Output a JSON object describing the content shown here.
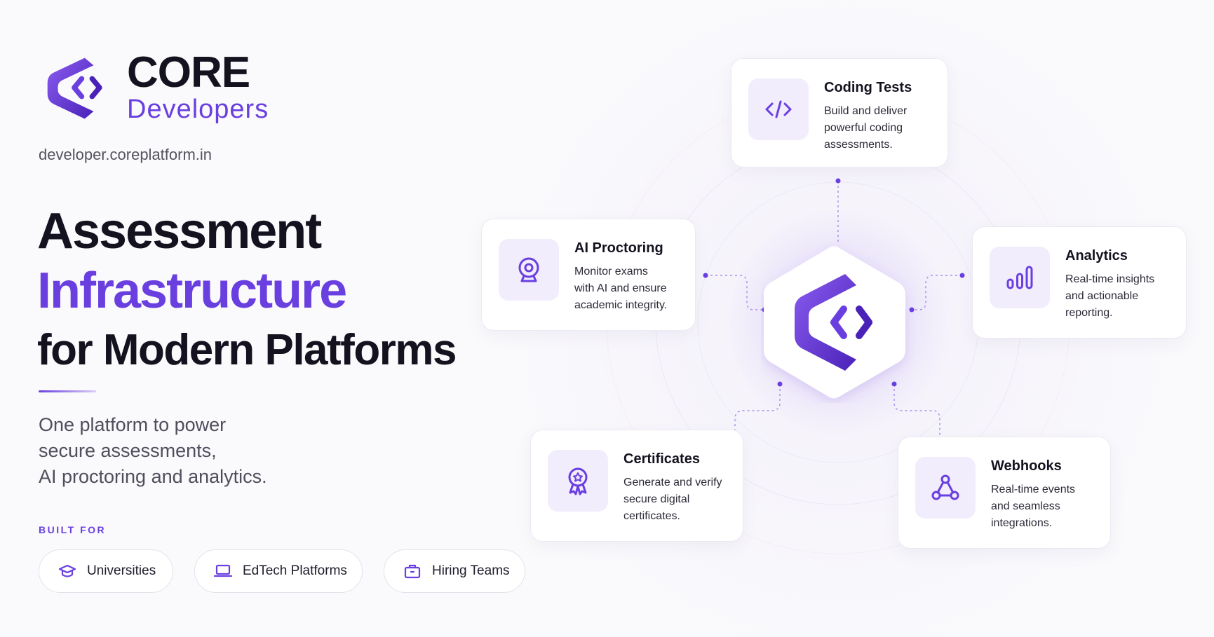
{
  "brand": {
    "name": "CORE",
    "subtitle": "Developers",
    "url": "developer.coreplatform.in"
  },
  "headline": {
    "line1": "Assessment",
    "line2": "Infrastructure",
    "line3": "for Modern Platforms"
  },
  "tagline": {
    "line1": "One platform to power",
    "line2": "secure assessments,",
    "line3": "AI proctoring and analytics."
  },
  "built_for": {
    "label": "BUILT FOR",
    "items": [
      {
        "label": "Universities",
        "icon": "graduation-cap-icon"
      },
      {
        "label": "EdTech Platforms",
        "icon": "laptop-icon"
      },
      {
        "label": "Hiring Teams",
        "icon": "briefcase-icon"
      }
    ]
  },
  "features": {
    "coding": {
      "title": "Coding Tests",
      "desc": [
        "Build and deliver",
        "powerful coding",
        "assessments."
      ],
      "icon": "code-icon"
    },
    "proctoring": {
      "title": "AI Proctoring",
      "desc": [
        "Monitor exams",
        "with AI and ensure",
        "academic integrity."
      ],
      "icon": "webcam-icon"
    },
    "analytics": {
      "title": "Analytics",
      "desc": [
        "Real-time insights",
        "and actionable",
        "reporting."
      ],
      "icon": "bar-chart-icon"
    },
    "certificates": {
      "title": "Certificates",
      "desc": [
        "Generate and verify",
        "secure digital",
        "certificates."
      ],
      "icon": "award-ribbon-icon"
    },
    "webhooks": {
      "title": "Webhooks",
      "desc": [
        "Real-time events",
        "and seamless",
        "integrations."
      ],
      "icon": "webhook-icon"
    }
  },
  "colors": {
    "accent": "#6a3fe0",
    "text": "#14121f",
    "icon_bg": "#f1edfc"
  }
}
